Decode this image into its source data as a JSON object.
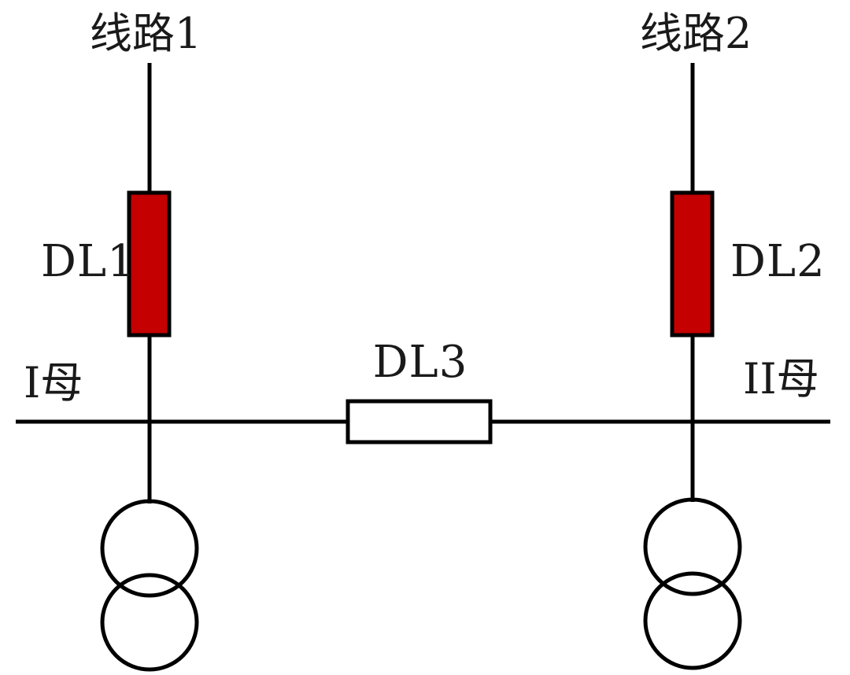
{
  "diagram": {
    "type": "power-system-single-line-diagram",
    "labels": {
      "feeder1": "线路1",
      "feeder2": "线路2",
      "breaker1": "DL1",
      "breaker2": "DL2",
      "bus_tie_breaker": "DL3",
      "bus1": "I母",
      "bus2": "II母"
    },
    "colors": {
      "breaker_closed_fill": "#c40000",
      "breaker_open_fill": "#ffffff",
      "line": "#000000",
      "background": "#ffffff"
    }
  }
}
